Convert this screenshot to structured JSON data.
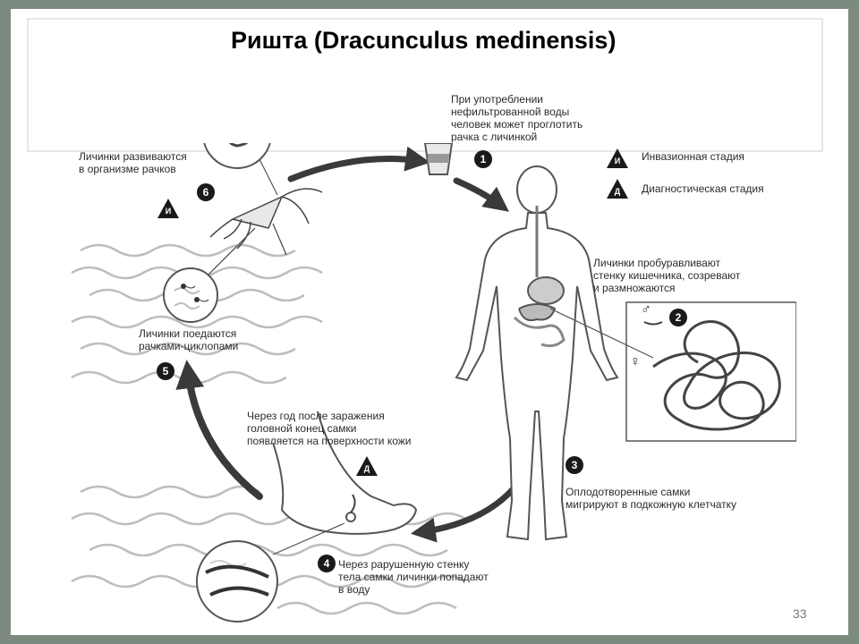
{
  "title": "Ришта (Dracunculus medinensis)",
  "page_number": "33",
  "steps": [
    {
      "num": "1",
      "text": "При употреблении\nнефильтрованной воды\nчеловек может проглотить\nрачка с личинкой"
    },
    {
      "num": "2",
      "text": "Личинки пробуравливают\nстенку кишечника, созревают\nи размножаются"
    },
    {
      "num": "3",
      "text": "Оплодотворенные самки\nмигрируют в подкожную клетчатку"
    },
    {
      "num": "4",
      "text": "Через рарушенную стенку\nтела самки личинки попадают\nв воду"
    },
    {
      "num": "5",
      "text": "Личинки поедаются\nрачками-циклопами"
    },
    {
      "num": "6",
      "text": "Личинки развиваются\nв организме рачков"
    }
  ],
  "skin_note": "Через год после заражения\nголовной конец самки\nпоявляется на поверхности кожи",
  "legend": [
    {
      "letter": "И",
      "text": "Инвазионная стадия"
    },
    {
      "letter": "Д",
      "text": "Диагностическая стадия"
    }
  ],
  "stage_letter_invasive": "И",
  "stage_letter_diagnostic": "Д",
  "male_symbol": "♂",
  "female_symbol": "♀",
  "colors": {
    "arrow": "#3a3a3a",
    "badge": "#1a1a1a",
    "wave": "#bdbdbd",
    "outline": "#555555"
  }
}
